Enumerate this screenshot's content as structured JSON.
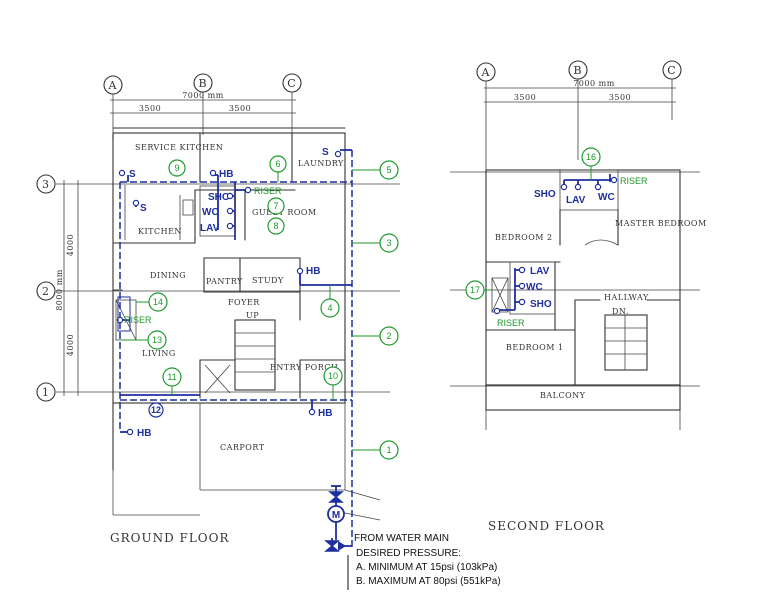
{
  "grid_cols": [
    "A",
    "B",
    "C"
  ],
  "grid_rows": [
    "3",
    "2",
    "1"
  ],
  "dims": {
    "total": "7000 mm",
    "left": "3500",
    "right": "3500",
    "v_top": "4000",
    "v_bottom": "4000",
    "v_total": "8000 mm"
  },
  "ground": {
    "title": "GROUND FLOOR",
    "rooms": [
      "SERVICE KITCHEN",
      "LAUNDRY",
      "KITCHEN",
      "GUEST ROOM",
      "DINING",
      "PANTRY",
      "STUDY",
      "FOYER",
      "UP",
      "LIVING",
      "ENTRY PORCH",
      "CARPORT"
    ],
    "fixtures": [
      "S",
      "HB",
      "S",
      "S",
      "SHO",
      "WC",
      "LAV",
      "HB",
      "HB",
      "HB"
    ],
    "riser": [
      "RISER",
      "RISER"
    ],
    "nodes": [
      "1",
      "2",
      "3",
      "4",
      "5",
      "6",
      "7",
      "8",
      "9",
      "10",
      "11",
      "12",
      "13",
      "14"
    ],
    "meter": "M"
  },
  "second": {
    "title": "SECOND FLOOR",
    "rooms": [
      "BEDROOM 2",
      "MASTER BEDROOM",
      "HALLWAY",
      "DN.",
      "BEDROOM 1",
      "BALCONY"
    ],
    "fixtures": [
      "SHO",
      "LAV",
      "WC",
      "LAV",
      "WC",
      "SHO"
    ],
    "riser": [
      "RISER",
      "RISER"
    ],
    "nodes": [
      "16",
      "17"
    ]
  },
  "notes": {
    "line1": "FROM WATER MAIN",
    "line2": "DESIRED PRESSURE:",
    "line3": "A. MINIMUM AT 15psi (103kPa)",
    "line4": "B. MAXIMUM AT 80psi (551kPa)"
  }
}
